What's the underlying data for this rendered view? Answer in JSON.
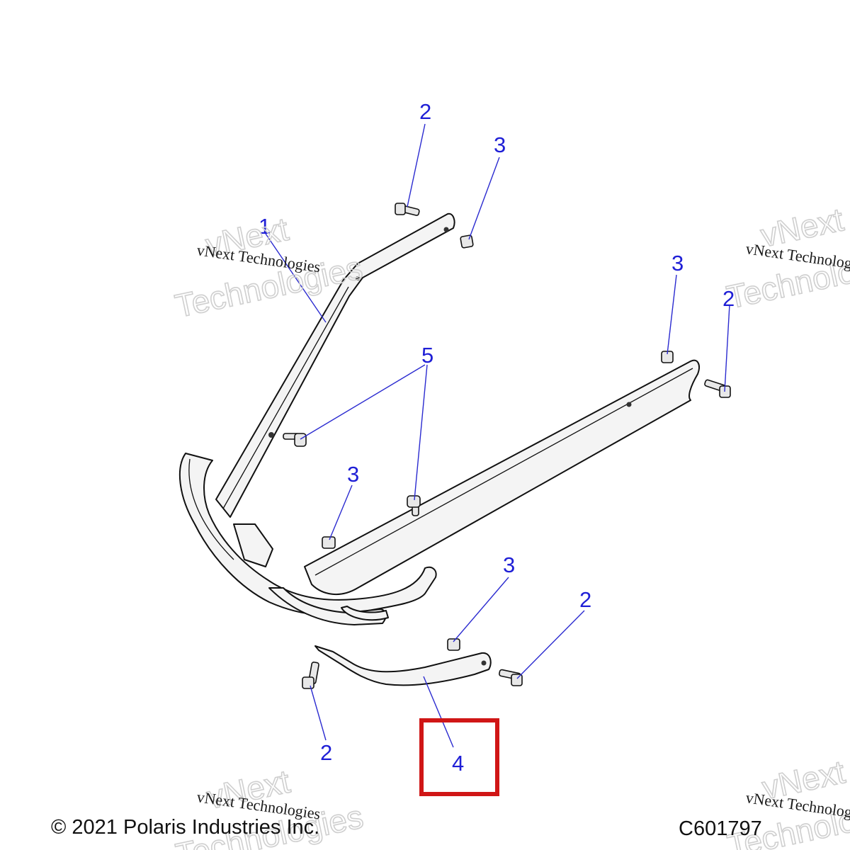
{
  "callouts": {
    "c1": "1",
    "c2a": "2",
    "c2b": "2",
    "c2c": "2",
    "c2d": "2",
    "c3a": "3",
    "c3b": "3",
    "c3c": "3",
    "c3d": "3",
    "c4": "4",
    "c5": "5"
  },
  "watermark": {
    "line1": "vNext",
    "line2": "Technologies",
    "small": "vNext Technologies"
  },
  "footer": {
    "copyright": "© 2021 Polaris Industries Inc.",
    "code": "C601797"
  },
  "colors": {
    "callout": "#1f1fd6",
    "highlight_box": "#d01616"
  }
}
